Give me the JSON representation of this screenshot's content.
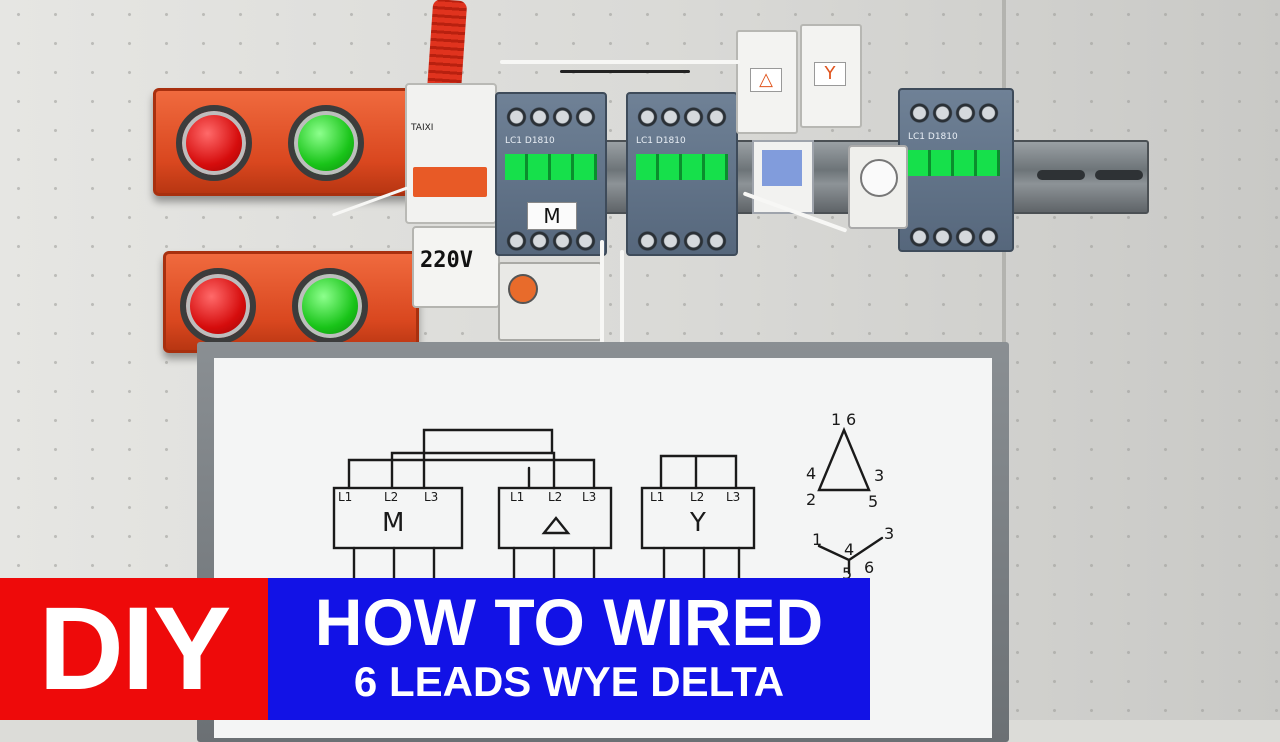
{
  "banner": {
    "left_text": "DIY",
    "line1": "HOW TO WIRED",
    "line2": "6 LEADS WYE DELTA"
  },
  "panel_labels": {
    "psu_label": "220V",
    "main_contactor_tag": "M",
    "delta_aux_tag": "△",
    "wye_aux_tag": "Y",
    "breaker_brand": "TAIXI",
    "contactor_model": "LC1 D1810"
  },
  "whiteboard": {
    "main_box_label": "M",
    "delta_box_label": "△",
    "wye_box_label": "Y",
    "m_terminals": [
      "L1",
      "L2",
      "L3"
    ],
    "delta_terminals": [
      "L1",
      "L2",
      "L3"
    ],
    "wye_terminals": [
      "L1",
      "L2",
      "L3"
    ],
    "delta_numbers": [
      "1",
      "6",
      "4",
      "3",
      "2",
      "5"
    ],
    "wye_numbers": [
      "1",
      "4",
      "3",
      "5",
      "6"
    ]
  },
  "colors": {
    "banner_red": "#ee0a0a",
    "banner_blue": "#1212e6",
    "box_orange": "#e0542a",
    "lamp_red": "#d60d0d",
    "lamp_green": "#19c419",
    "contactor_blue": "#5f7086",
    "contactor_green": "#16e04b"
  }
}
